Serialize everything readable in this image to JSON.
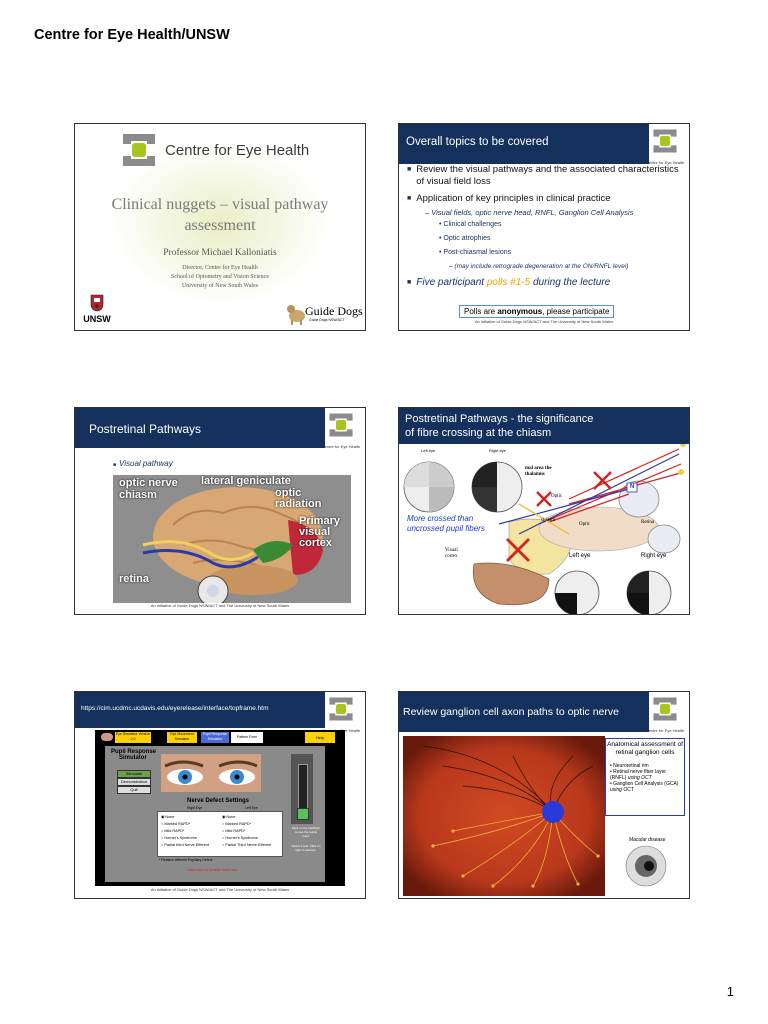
{
  "page": {
    "header": "Centre for Eye Health/UNSW",
    "number": "1"
  },
  "footer_text": "An initiative of Guide Dogs NSW/ACT and The University of New South Wales",
  "colors": {
    "navy": "#14315e",
    "logo_green": "#a7c520",
    "logo_grey": "#8b8b8b",
    "accent_orange": "#f0a30a",
    "retina": "#b8381c"
  },
  "slide1": {
    "logo_text": "Centre for Eye Health",
    "title_line1": "Clinical nuggets – visual pathway",
    "title_line2": "assessment",
    "presenter": "Professor Michael Kalloniatis",
    "role1": "Director, Centre for Eye Health",
    "role2": "School of Optometry and Vision Science",
    "role3": "University of New South Wales",
    "unsw": "UNSW",
    "guide_dogs": "Guide Dogs",
    "guide_dogs_sub": "Guide Dogs NSW/ACT"
  },
  "slide2": {
    "title": "Overall topics to be covered",
    "logo_label": "Centre for Eye Health",
    "bullet1": "Review the visual pathways and the associated characteristics of visual field loss",
    "bullet2": "Application of key principles in clinical practice",
    "sub1": "Visual fields, optic nerve head, RNFL, Ganglion Cell Analysis",
    "dot1": "Clinical challenges",
    "dot2": "Optic atrophies",
    "dot3": "Post-chiasmal lesions",
    "subsub": "(may include retrograde degeneration at the ON/RNFL level)",
    "bullet3_a": "Five participant ",
    "bullet3_b": "polls #1-5",
    "bullet3_c": " during the lecture",
    "poll_a": "Polls are ",
    "poll_b": "anonymous",
    "poll_c": ", please participate"
  },
  "slide3": {
    "title": "Postretinal Pathways",
    "logo_label": "Centre for Eye Health",
    "bullet": "Visual pathway",
    "labels": {
      "optic_nerve": "optic nerve",
      "chiasm": "chiasm",
      "lgn": "lateral geniculate",
      "optic_rad1": "optic",
      "optic_rad2": "radiation",
      "primary": "Primary",
      "visual": "visual",
      "cortex": "cortex",
      "retina": "retina"
    }
  },
  "slide4": {
    "title_line1": "Postretinal Pathways - the significance",
    "title_line2": "of fibre crossing at the chiasm",
    "left_eye_small": "Left eye",
    "right_eye_small": "Right eye",
    "note_line1": "More crossed than",
    "note_line2": "uncrossed pupil fibers",
    "optic": "Optic",
    "chiasm": "chiasm",
    "optic_tract": "Optic",
    "retina": "Retina",
    "visual_cortex1": "Visual",
    "visual_cortex2": "cortex",
    "thalamus": "mal area the thalamus",
    "left_eye": "Left eye",
    "right_eye": "Right eye",
    "n_label": "N"
  },
  "slide5": {
    "url": "https://cim.ucdmc.ucdavis.edu/eyerelease/interface/topframe.htm",
    "logo_label": "Centre for Eye Health",
    "tabs": [
      "Eye Simulator Version 2.0",
      "Eye Movement Simulator",
      "Pupil Response Simulator",
      "Pattern Form",
      "Help"
    ],
    "panel_title1": "Pupil Response",
    "panel_title2": "Simulator",
    "btn_stimulate": "Stimulate",
    "btn_demo": "Demonstration",
    "btn_quit": "Quit",
    "nds_title": "Nerve Defect Settings",
    "right_eye": "Right Eye",
    "left_eye": "Left Eye",
    "options_right": [
      "None",
      "Marked RAPD*",
      "Mild RAPD*",
      "Horner's Syndrome",
      "Partial third Nerve Efferent"
    ],
    "options_left": [
      "None",
      "Marked RAPD*",
      "Mild RAPD*",
      "Horner's Syndrome",
      "Partial Third Nerve Efferent"
    ],
    "footnote": "* Relative Afferent Pupillary Defect",
    "note_red": "Click here to enable more info",
    "side_text": "Click on the flashlight to see the pupils react.",
    "side_text2": "Select a test. Click on light to activate."
  },
  "slide6": {
    "title": "Review ganglion cell axon paths to optic nerve",
    "logo_label": "Centre for Eye Health",
    "box_title": "Anatomical assessment of retinal ganglion cells",
    "items": [
      "Neuroretinal rim",
      "Retinal nerve fiber layer (RNFL) ",
      "Ganglion Cell Analysis (GCA) "
    ],
    "items_suffix": [
      "",
      "using OCT",
      "using OCT"
    ],
    "macular": "Macular disease"
  }
}
